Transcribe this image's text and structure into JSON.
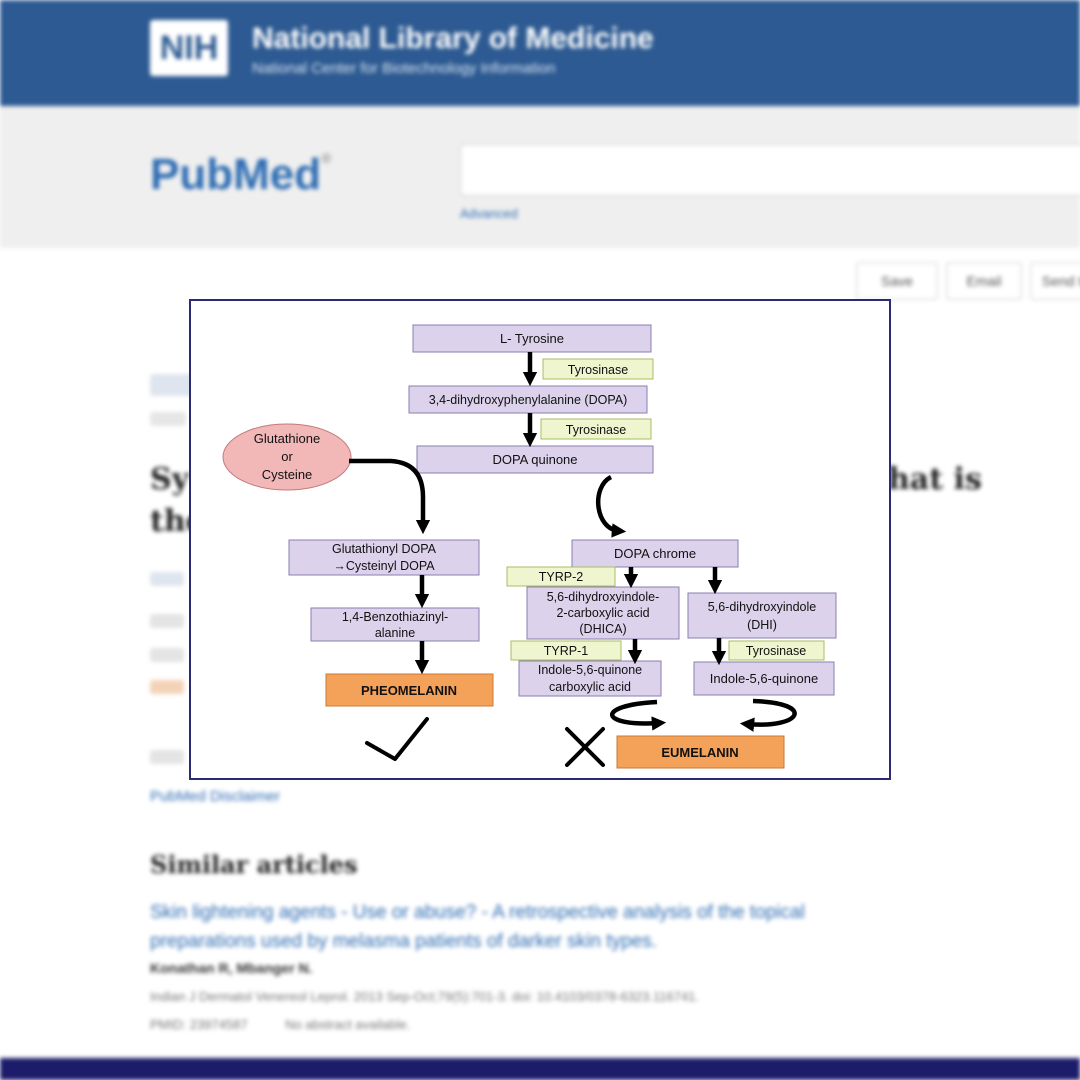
{
  "background": {
    "nih_logo": "NIH",
    "nih_title": "National Library of Medicine",
    "nih_subtitle": "National Center for Biotechnology Information",
    "pubmed_logo": "PubMed",
    "pubmed_reg": "®",
    "advanced_link": "Advanced",
    "toolbar": {
      "save": "Save",
      "email": "Email",
      "send": "Send to"
    },
    "article_title_left_1": "Sy",
    "article_title_left_2": "the",
    "article_title_right": "hat is",
    "pubmed_disclaimer": "PubMed Disclaimer",
    "similar_heading": "Similar articles",
    "similar_title": "Skin lightening agents - Use or abuse? - A retrospective analysis of the topical preparations used by melasma patients of darker skin types.",
    "similar_author": "Konathan R, Mbanger N.",
    "similar_cite": "Indian J Dermatol Venereol Leprol. 2013 Sep-Oct;79(5):701-3. doi: 10.4103/0378-6323.116741.",
    "similar_pmid": "PMID: 23974587",
    "similar_abstract_note": "No abstract available.",
    "colors": {
      "nih_blue": "#2d5a92",
      "card_border": "#2b2b73",
      "box_purple": "#dcd2ec",
      "enzyme_green": "#eef5cf",
      "ellipse_pink": "#f2b8b8",
      "result_orange": "#f4a15a"
    }
  },
  "diagram": {
    "l_tyrosine": "L- Tyrosine",
    "tyrosinase_1": "Tyrosinase",
    "dopa": "3,4-dihydroxyphenylalanine (DOPA)",
    "tyrosinase_2": "Tyrosinase",
    "dopa_quinone": "DOPA quinone",
    "glutathione_l1": "Glutathione",
    "glutathione_l2": "or",
    "glutathione_l3": "Cysteine",
    "glutathionyl_l1": "Glutathionyl DOPA",
    "glutathionyl_l2": "→Cysteinyl DOPA",
    "benzo_l1": "1,4-Benzothiazinyl-",
    "benzo_l2": "alanine",
    "pheomelanin": "PHEOMELANIN",
    "dopa_chrome": "DOPA chrome",
    "tyrp2": "TYRP-2",
    "dhica_l1": "5,6-dihydroxyindole-",
    "dhica_l2": "2-carboxylic acid",
    "dhica_l3": "(DHICA)",
    "dhi_l1": "5,6-dihydroxyindole",
    "dhi_l2": "(DHI)",
    "tyrp1": "TYRP-1",
    "tyrosinase_3": "Tyrosinase",
    "iqca_l1": "Indole-5,6-quinone",
    "iqca_l2": "carboxylic acid",
    "indole_quinone": "Indole-5,6-quinone",
    "eumelanin": "EUMELANIN",
    "check_mark": "check",
    "cross_mark": "cross"
  }
}
